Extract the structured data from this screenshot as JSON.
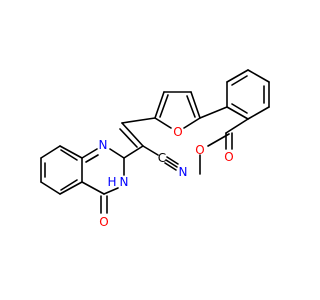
{
  "colors": {
    "bond": "#000000",
    "carbon": "#000000",
    "nitrogen": "#0000ff",
    "oxygen": "#ff0000",
    "background": "#ffffff"
  },
  "atoms": [
    {
      "id": "n1",
      "text": "N",
      "element": "nitrogen"
    },
    {
      "id": "nh",
      "text": "N",
      "element": "nitrogen"
    },
    {
      "id": "h",
      "text": "H",
      "element": "nitrogen"
    },
    {
      "id": "o_carbonyl",
      "text": "O",
      "element": "oxygen"
    },
    {
      "id": "n_nitrile",
      "text": "N",
      "element": "nitrogen"
    },
    {
      "id": "c_nitrile",
      "text": "C",
      "element": "carbon"
    },
    {
      "id": "o_furan",
      "text": "O",
      "element": "oxygen"
    },
    {
      "id": "o_ester_db",
      "text": "O",
      "element": "oxygen"
    },
    {
      "id": "o_ester",
      "text": "O",
      "element": "oxygen"
    }
  ]
}
